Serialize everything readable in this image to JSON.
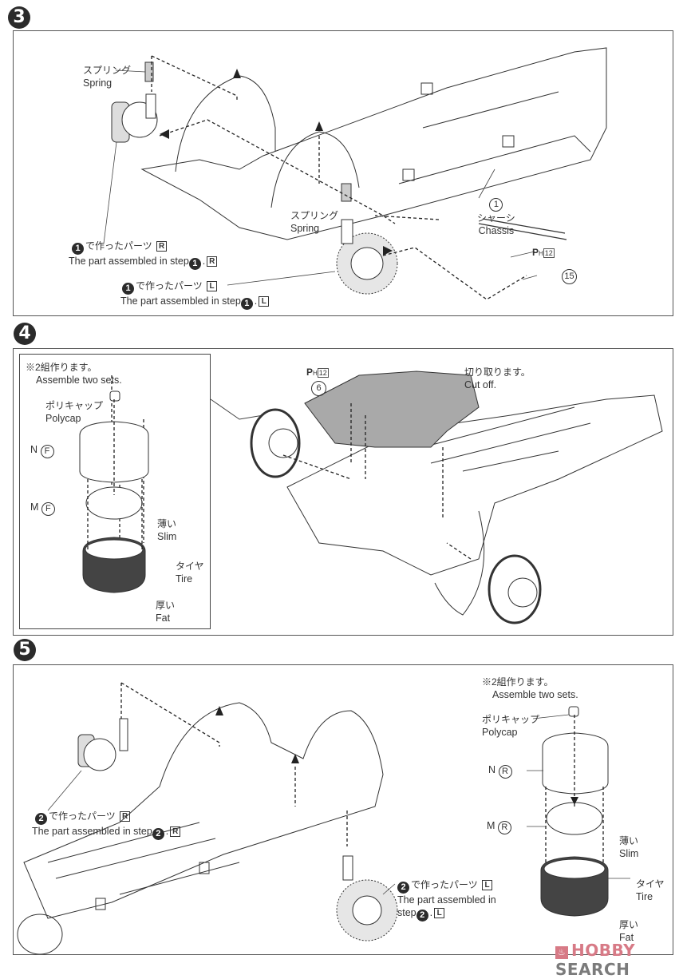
{
  "steps": [
    {
      "number": "3",
      "labels": {
        "spring_top": {
          "jp": "スプリング",
          "en": "Spring"
        },
        "spring_mid": {
          "jp": "スプリング",
          "en": "Spring"
        },
        "chassis": {
          "part_no": "1",
          "jp": "シャーシ",
          "en": "Chassis"
        },
        "part_r": {
          "step": "1",
          "jp": "で作ったパーツ",
          "tag": "R",
          "en": "The part assembled in step",
          "suffix": "."
        },
        "part_l": {
          "step": "1",
          "jp": "で作ったパーツ",
          "tag": "L",
          "en": "The part assembled in step",
          "suffix": "."
        },
        "tie_rod": {
          "runner": "P",
          "runner_sub": "H",
          "runner_num": "12",
          "part_no": "15"
        }
      }
    },
    {
      "number": "4",
      "inset": {
        "note_jp": "※2組作ります。",
        "note_en": "Assemble two sets.",
        "polycap": {
          "jp": "ポリキャップ",
          "en": "Polycap"
        },
        "rim_outer": {
          "letter": "N",
          "tag": "F"
        },
        "rim_inner": {
          "letter": "M",
          "tag": "F"
        },
        "slim": {
          "jp": "薄い",
          "en": "Slim"
        },
        "tire": {
          "jp": "タイヤ",
          "en": "Tire"
        },
        "fat": {
          "jp": "厚い",
          "en": "Fat"
        }
      },
      "labels": {
        "plate": {
          "runner": "P",
          "runner_sub": "H",
          "runner_num": "12",
          "part_no": "6"
        },
        "cut_off": {
          "jp": "切り取ります。",
          "en": "Cut off."
        }
      }
    },
    {
      "number": "5",
      "labels": {
        "part_r": {
          "step": "2",
          "jp": "で作ったパーツ",
          "tag": "R",
          "en": "The part assembled in step",
          "suffix": "."
        },
        "part_l": {
          "step": "2",
          "jp": "で作ったパーツ",
          "tag": "L",
          "en1": "The part assembled in",
          "en2": "step",
          "suffix": "."
        }
      },
      "inset": {
        "note_jp": "※2組作ります。",
        "note_en": "Assemble two sets.",
        "polycap": {
          "jp": "ポリキャップ",
          "en": "Polycap"
        },
        "rim_outer": {
          "letter": "N",
          "tag": "R"
        },
        "rim_inner": {
          "letter": "M",
          "tag": "R"
        },
        "slim": {
          "jp": "薄い",
          "en": "Slim"
        },
        "tire": {
          "jp": "タイヤ",
          "en": "Tire"
        },
        "fat": {
          "jp": "厚い",
          "en": "Fat"
        }
      }
    }
  ],
  "watermark": {
    "hobby": "HOBBY",
    "search": "SEARCH"
  },
  "colors": {
    "ink": "#2b2b2b",
    "frame": "#555555",
    "plate_fill": "#a9a9a9",
    "watermark_pink": "#d77a86",
    "watermark_gray": "#7b7b7b"
  }
}
